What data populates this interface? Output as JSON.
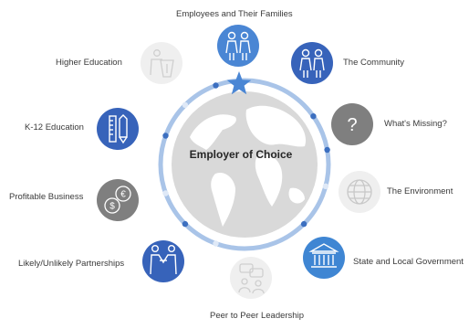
{
  "center": {
    "title": "Employer of Choice"
  },
  "nodes": [
    {
      "id": "employees",
      "label": "Employees and Their Families",
      "icon": "family-icon",
      "color": "#4a86d4",
      "faded": false
    },
    {
      "id": "community",
      "label": "The Community",
      "icon": "people-icon",
      "color": "#3763ba",
      "faded": false
    },
    {
      "id": "missing",
      "label": "What's Missing?",
      "icon": "question-icon",
      "color": "#7f7f7f",
      "faded": false
    },
    {
      "id": "environment",
      "label": "The Environment",
      "icon": "globe-icon",
      "color": "#d9d9d9",
      "faded": true
    },
    {
      "id": "government",
      "label": "State and Local Government",
      "icon": "government-building-icon",
      "color": "#3f86d3",
      "faded": false
    },
    {
      "id": "peer",
      "label": "Peer to Peer Leadership",
      "icon": "conversation-icon",
      "color": "#d9d9d9",
      "faded": true
    },
    {
      "id": "partnerships",
      "label": "Likely/Unlikely Partnerships",
      "icon": "handshake-icon",
      "color": "#3763ba",
      "faded": false
    },
    {
      "id": "business",
      "label": "Profitable Business",
      "icon": "currency-icon",
      "color": "#7f7f7f",
      "faded": false
    },
    {
      "id": "k12",
      "label": "K-12 Education",
      "icon": "ruler-pencil-icon",
      "color": "#3763ba",
      "faded": false
    },
    {
      "id": "higher",
      "label": "Higher Education",
      "icon": "lectern-icon",
      "color": "#d9d9d9",
      "faded": true
    }
  ],
  "colors": {
    "ring": "#a9c4e8",
    "ring_dot_blue": "#3c6fc0",
    "ring_dot_light": "#dfe9f7",
    "star": "#4a86d4",
    "globe": "#d9d9d9",
    "land": "#ffffff"
  }
}
